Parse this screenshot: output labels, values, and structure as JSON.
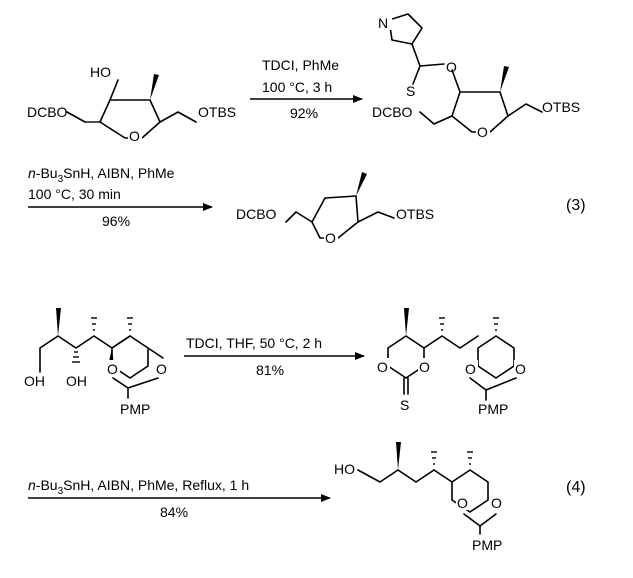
{
  "scheme": {
    "eq3": {
      "sm": {
        "ho": "HO",
        "dcbo": "DCBO",
        "otbs": "OTBS",
        "ring_o": "O"
      },
      "step1": {
        "line1": "TDCI, PhMe",
        "line2": "100 °C, 3 h",
        "yield": "92%"
      },
      "int": {
        "s": "S",
        "n": "N",
        "o_ester": "O",
        "dcbo": "DCBO",
        "otbs": "OTBS",
        "ring_o": "O"
      },
      "step2": {
        "reagent_prefix": "n",
        "reagent_main": "-Bu",
        "reagent_sub": "3",
        "reagent_rest": "SnH, AIBN, PhMe",
        "line2": "100 °C, 30 min",
        "yield": "96%"
      },
      "prod": {
        "dcbo": "DCBO",
        "otbs": "OTBS",
        "ring_o": "O"
      },
      "label": "(3)"
    },
    "eq4": {
      "sm": {
        "oh1": "OH",
        "oh2": "OH",
        "o1": "O",
        "o2": "O",
        "pmp": "PMP"
      },
      "step1": {
        "line1": "TDCI, THF, 50 °C, 2 h",
        "yield": "81%"
      },
      "int": {
        "o1": "O",
        "o2": "O",
        "s": "S",
        "o3": "O",
        "o4": "O",
        "pmp": "PMP"
      },
      "step2": {
        "reagent_prefix": "n",
        "reagent_main": "-Bu",
        "reagent_sub": "3",
        "reagent_rest": "SnH, AIBN, PhMe, Reflux, 1 h",
        "yield": "84%"
      },
      "prod": {
        "ho": "HO",
        "o1": "O",
        "o2": "O",
        "pmp": "PMP"
      },
      "label": "(4)"
    }
  }
}
